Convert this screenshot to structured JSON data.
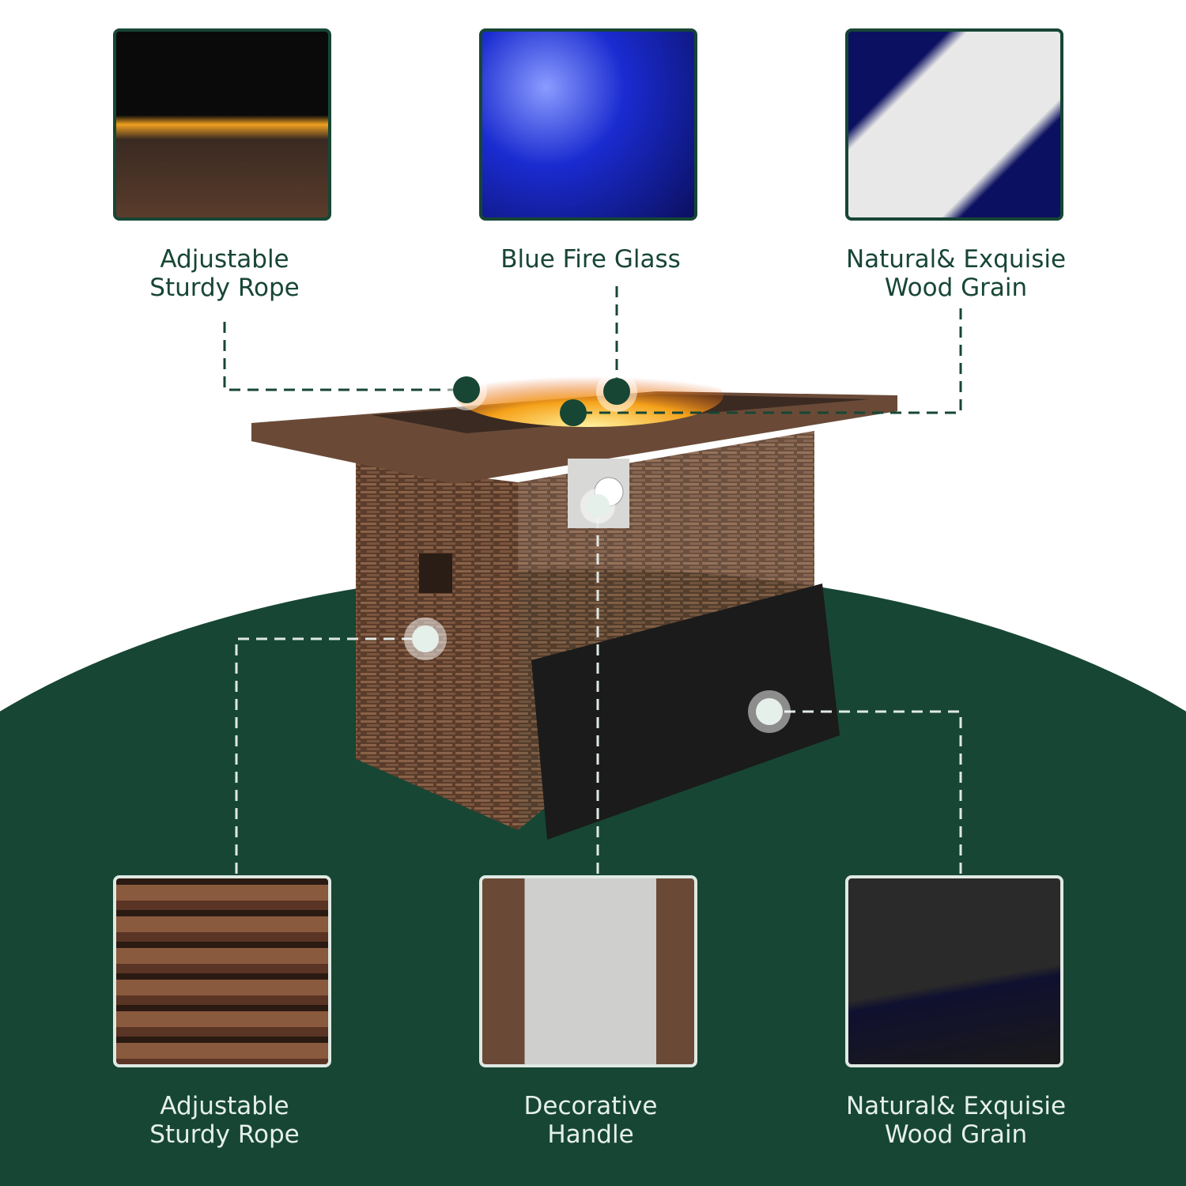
{
  "colors": {
    "brand_green": "#174634",
    "light_mint": "#dfe9e3"
  },
  "top_features": [
    {
      "line1": "Adjustable",
      "line2": "Sturdy Rope",
      "image": "flame-burner-closeup"
    },
    {
      "line1": "Blue Fire Glass",
      "line2": "",
      "image": "blue-glass-closeup"
    },
    {
      "line1": "Natural& Exquisie",
      "line2": "Wood Grain",
      "image": "burner-plate-closeup"
    }
  ],
  "bottom_features": [
    {
      "line1": "Adjustable",
      "line2": "Sturdy Rope",
      "image": "wicker-weave-closeup"
    },
    {
      "line1": "Decorative",
      "line2": "Handle",
      "image": "ignition-knob-closeup"
    },
    {
      "line1": "Natural& Exquisie",
      "line2": "Wood Grain",
      "image": "lid-cover-closeup"
    }
  ]
}
